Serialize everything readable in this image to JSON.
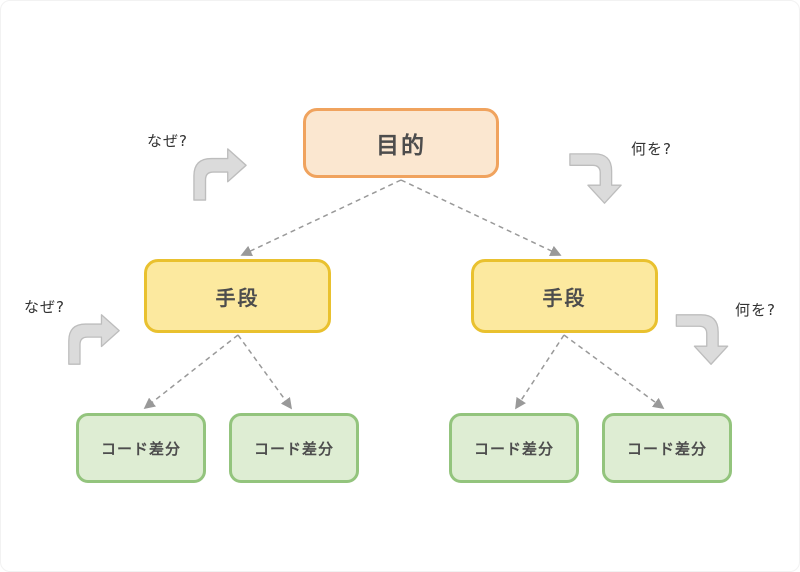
{
  "diagram": {
    "title_hint": "purpose-means tree (why/what drilldown)",
    "nodes": {
      "purpose": {
        "label": "目的",
        "fill": "#FBE7D0",
        "border": "#F0A35E"
      },
      "means_left": {
        "label": "手段",
        "fill": "#FCE99F",
        "border": "#E9C12F"
      },
      "means_right": {
        "label": "手段",
        "fill": "#FCE99F",
        "border": "#E9C12F"
      },
      "diff_1": {
        "label": "コード差分",
        "fill": "#DEEDD3",
        "border": "#93C47D"
      },
      "diff_2": {
        "label": "コード差分",
        "fill": "#DEEDD3",
        "border": "#93C47D"
      },
      "diff_3": {
        "label": "コード差分",
        "fill": "#DEEDD3",
        "border": "#93C47D"
      },
      "diff_4": {
        "label": "コード差分",
        "fill": "#DEEDD3",
        "border": "#93C47D"
      }
    },
    "annotations": {
      "why_top": "なぜ?",
      "what_top": "何を?",
      "why_bottom": "なぜ?",
      "what_bottom": "何を?"
    },
    "colors": {
      "connector": "#999999",
      "bent_arrow_fill": "#DBDBDB",
      "bent_arrow_stroke": "#BDBDBD",
      "node_text": "#4d4d4d",
      "annotation_text": "#333333",
      "background": "#ffffff"
    },
    "edges": [
      {
        "from": "purpose",
        "to": "means_left",
        "style": "dashed-arrow"
      },
      {
        "from": "purpose",
        "to": "means_right",
        "style": "dashed-arrow"
      },
      {
        "from": "means_left",
        "to": "diff_1",
        "style": "dashed-arrow"
      },
      {
        "from": "means_left",
        "to": "diff_2",
        "style": "dashed-arrow"
      },
      {
        "from": "means_right",
        "to": "diff_3",
        "style": "dashed-arrow"
      },
      {
        "from": "means_right",
        "to": "diff_4",
        "style": "dashed-arrow"
      }
    ]
  }
}
